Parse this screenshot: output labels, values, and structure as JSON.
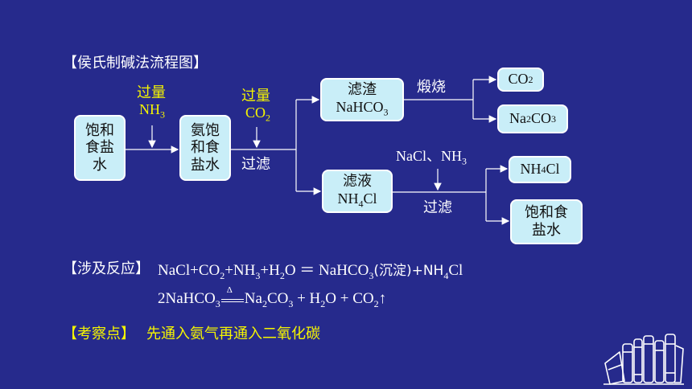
{
  "title": "【侯氏制碱法流程图】",
  "reagents": {
    "r1_label": "过量",
    "r1_formula": "NH",
    "r1_sub": "3",
    "r2_label": "过量",
    "r2_formula": "CO",
    "r2_sub": "2"
  },
  "boxes": {
    "brine_line1": "饱和",
    "brine_line2": "食盐",
    "brine_line3": "水",
    "ammonia_brine_line1": "氨饱",
    "ammonia_brine_line2": "和食",
    "ammonia_brine_line3": "盐水",
    "residue_label": "滤渣",
    "residue_formula": "NaHCO",
    "residue_sub": "3",
    "filtrate_label": "滤液",
    "filtrate_formula": "NH",
    "filtrate_sub": "4",
    "filtrate_tail": "Cl",
    "co2_formula": "CO",
    "co2_sub": "2",
    "na2co3_a": "Na",
    "na2co3_sub1": "2",
    "na2co3_b": "CO",
    "na2co3_sub2": "3",
    "nh4cl_a": "NH",
    "nh4cl_sub": "4",
    "nh4cl_b": "Cl",
    "brine_out_line1": "饱和食",
    "brine_out_line2": "盐水"
  },
  "labels": {
    "filter1": "过滤",
    "calcine": "煅烧",
    "add_reagents": "NaCl、NH",
    "add_reagents_sub": "3",
    "filter2": "过滤"
  },
  "reactions": {
    "header": "【涉及反应】",
    "eq1_parts": [
      "NaCl+CO",
      "2",
      "+NH",
      "3",
      "+H",
      "2",
      "O ＝ NaHCO",
      "3",
      "(沉淀)+NH",
      "4",
      "Cl"
    ],
    "eq2_parts": [
      "2NaHCO",
      "3",
      "Na",
      "2",
      "CO",
      "3",
      " + H",
      "2",
      "O + CO",
      "2",
      "↑"
    ],
    "delta": "Δ"
  },
  "keypoint": {
    "header": "【考察点】",
    "text": "先通入氨气再通入二氧化碳"
  },
  "colors": {
    "background": "#262a8c",
    "box_fill": "#c9eef8",
    "highlight": "#f5f500",
    "line": "#ffffff"
  },
  "decoration": "books-icon"
}
